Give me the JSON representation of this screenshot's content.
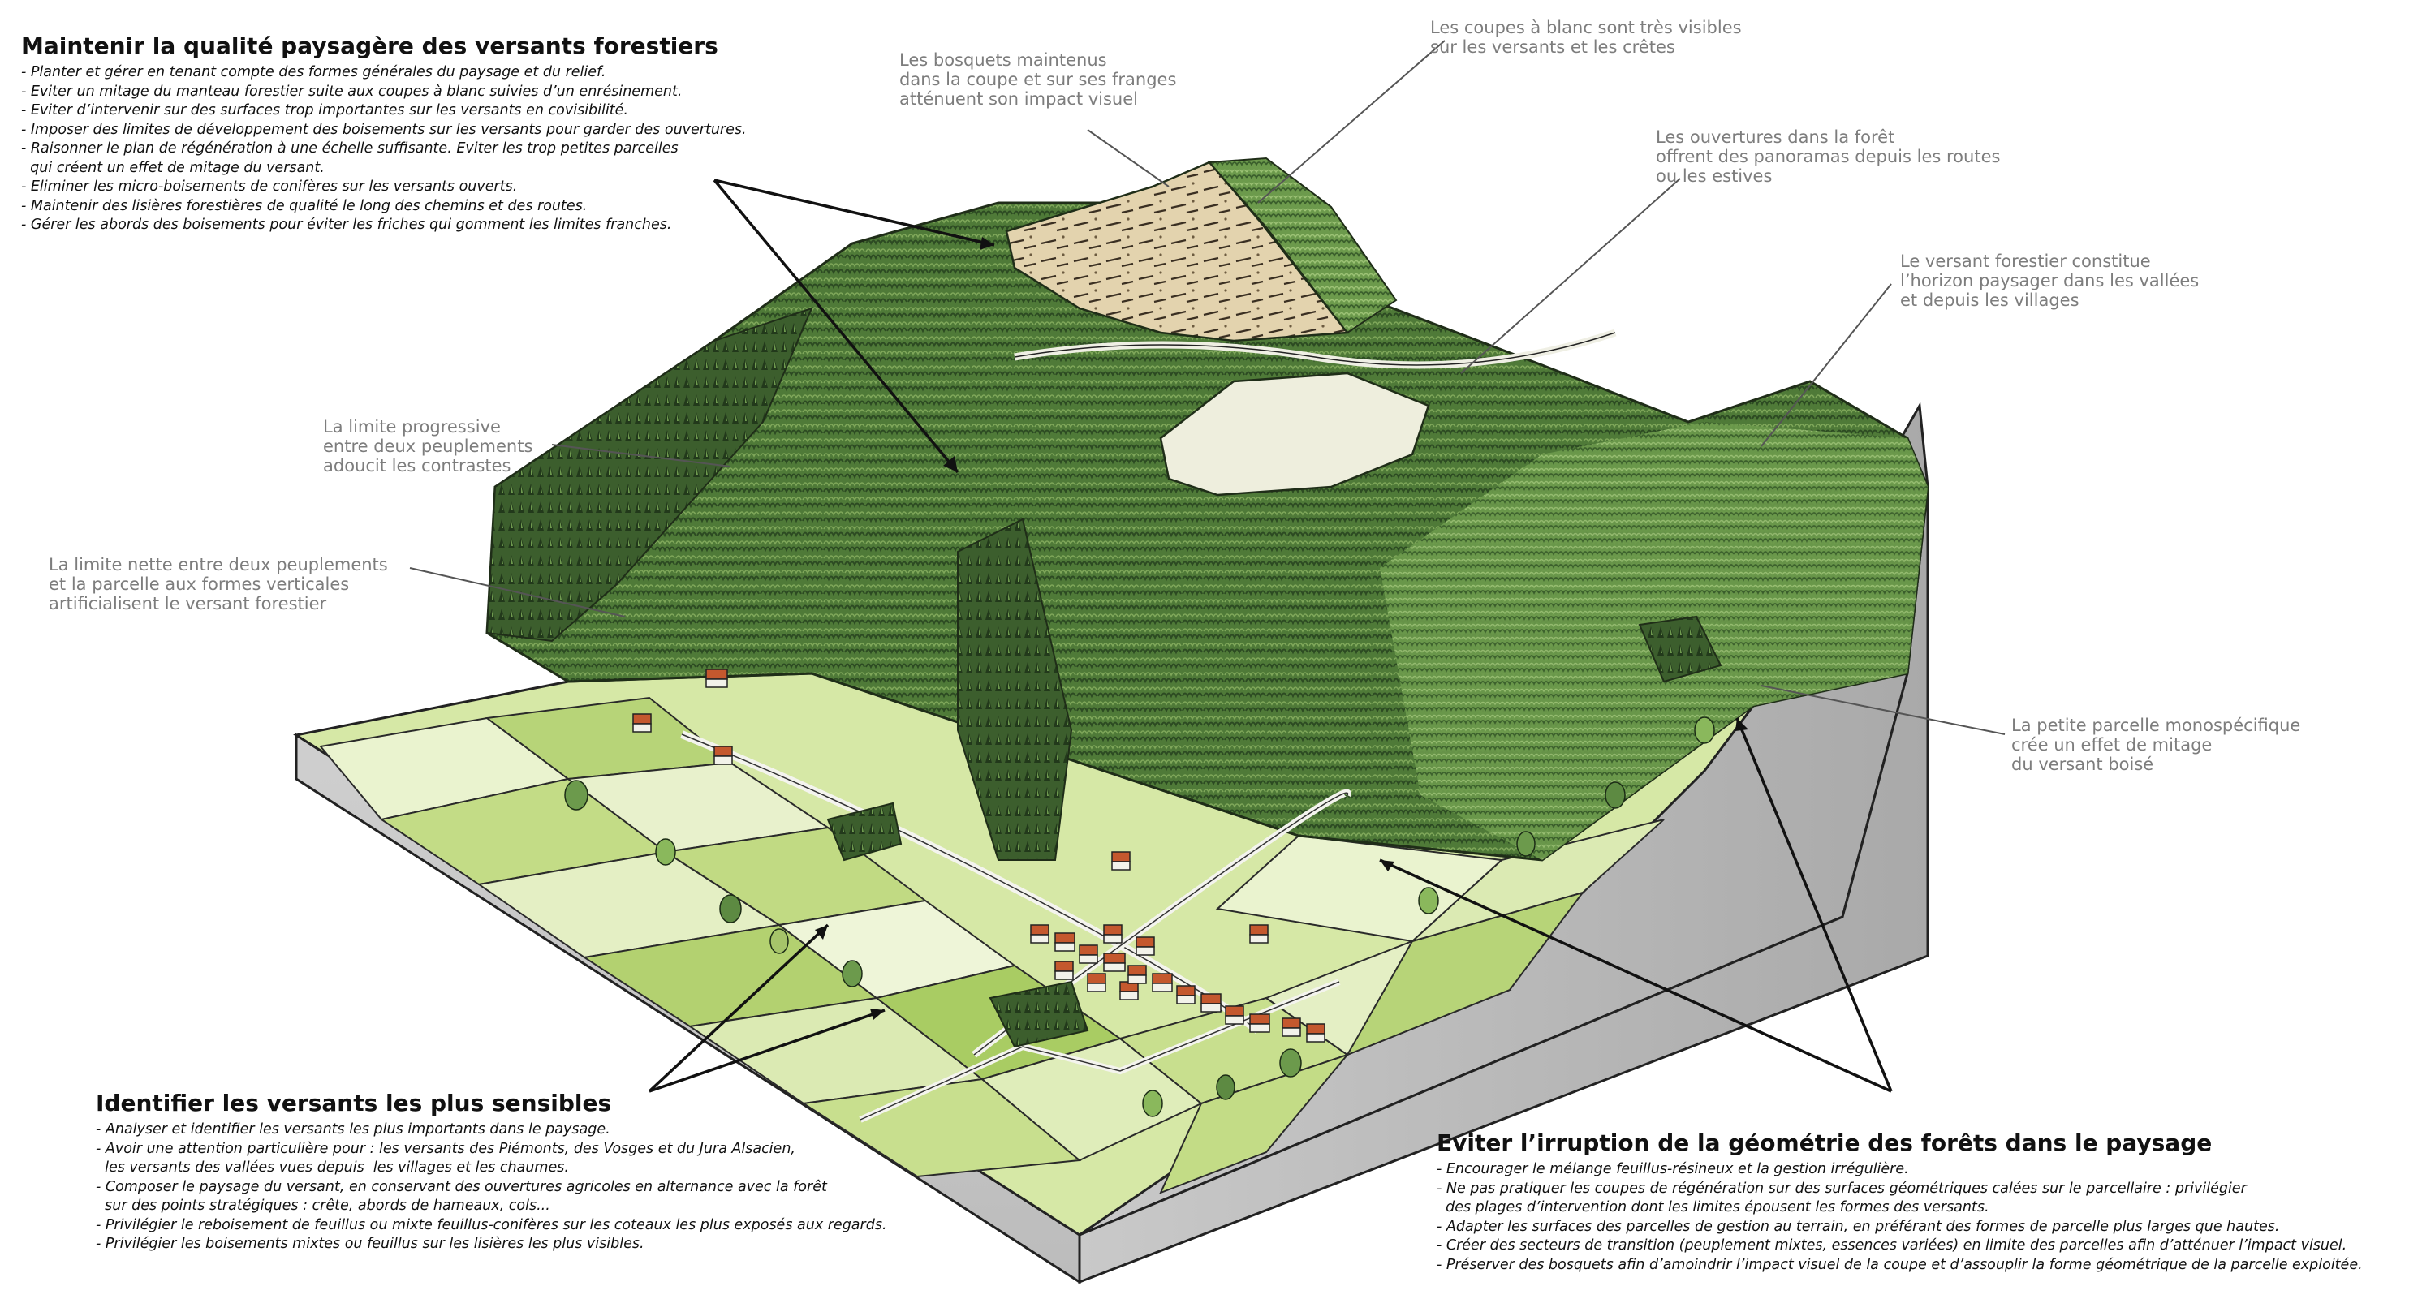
{
  "colors": {
    "forest_dark": "#3f6430",
    "forest_mid": "#5f8a45",
    "forest_light": "#86ad5c",
    "meadow_light": "#e4efc4",
    "meadow_mid": "#c8df8e",
    "meadow_green": "#a9cc63",
    "clearcut": "#e2d2ad",
    "clearing": "#eeeedd",
    "soil_side": "#bdbdbd",
    "soil_side_dark": "#a8a8a8",
    "roof": "#c4582e",
    "text_gray": "#7d7d7d"
  },
  "blocks": {
    "top_left": {
      "title": "Maintenir la qualité paysagère des versants forestiers",
      "items": [
        "- Planter et gérer en tenant compte des formes générales du paysage et du relief.",
        "- Eviter un mitage du manteau forestier suite aux coupes à blanc suivies d’un enrésinement.",
        "- Eviter d’intervenir sur des surfaces trop importantes sur les versants en covisibilité.",
        "- Imposer des limites de développement des boisements sur les versants pour garder des ouvertures.",
        "- Raisonner le plan de régénération à une échelle suffisante. Eviter les trop petites parcelles",
        "  qui créent un effet de mitage du versant.",
        "- Eliminer les micro-boisements de conifères sur les versants ouverts.",
        "- Maintenir des lisières forestières de qualité le long des chemins et des routes.",
        "- Gérer les abords des boisements pour éviter les friches qui gomment les limites franches."
      ]
    },
    "bottom_left": {
      "title": "Identifier les versants les plus sensibles",
      "items": [
        "- Analyser et identifier les versants les plus importants dans le paysage.",
        "- Avoir une attention particulière pour : les versants des Piémonts, des Vosges et du Jura Alsacien,",
        "  les versants des vallées vues depuis  les villages et les chaumes.",
        "- Composer le paysage du versant, en conservant des ouvertures agricoles en alternance avec la forêt",
        "  sur des points stratégiques : crête, abords de hameaux, cols...",
        "- Privilégier le reboisement de feuillus ou mixte feuillus-conifères sur les coteaux les plus exposés aux regards.",
        "- Privilégier les boisements mixtes ou feuillus sur les lisières les plus visibles."
      ]
    },
    "bottom_right": {
      "title": "Eviter l’irruption de la géométrie des forêts dans le paysage",
      "items": [
        "- Encourager le mélange feuillus-résineux et la gestion irrégulière.",
        "- Ne pas pratiquer les coupes de régénération sur des surfaces géométriques calées sur le parcellaire : privilégier",
        "  des plages d’intervention dont les limites épousent les formes des versants.",
        "- Adapter les surfaces des parcelles de gestion au terrain, en préférant des formes de parcelle plus larges que hautes.",
        "- Créer des secteurs de transition (peuplement mixtes, essences variées) en limite des parcelles afin d’atténuer l’impact visuel.",
        "- Préserver des bosquets afin d’amoindrir l’impact visuel de la coupe et d’assouplir la forme géométrique de la parcelle exploitée."
      ]
    }
  },
  "annotations": {
    "bosquets": [
      "Les bosquets maintenus",
      "dans la coupe et sur ses franges",
      "atténuent son impact visuel"
    ],
    "coupes": [
      "Les coupes à blanc sont très visibles",
      "sur les versants et les crêtes"
    ],
    "ouvertures": [
      "Les ouvertures dans la forêt",
      "offrent des panoramas depuis les routes",
      "ou les estives"
    ],
    "horizon": [
      "Le  versant forestier constitue",
      "l’horizon paysager dans les vallées",
      "et depuis les villages"
    ],
    "progressive": [
      "La limite progressive",
      "entre deux peuplements",
      "adoucit les contrastes"
    ],
    "nette": [
      "La limite nette entre deux peuplements",
      "et la parcelle aux formes verticales",
      "artificialisent le versant forestier"
    ],
    "petite": [
      "La petite parcelle monospécifique",
      "crée un effet de mitage",
      "du versant boisé"
    ]
  }
}
